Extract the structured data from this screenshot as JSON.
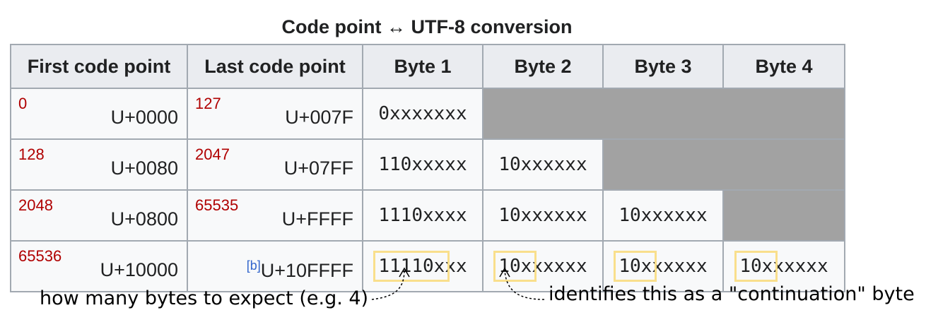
{
  "caption": "Code point ↔ UTF-8 conversion",
  "headers": [
    "First code point",
    "Last code point",
    "Byte 1",
    "Byte 2",
    "Byte 3",
    "Byte 4"
  ],
  "rows": [
    {
      "first_dec": "0",
      "first_hex": "U+0000",
      "last_dec": "127",
      "last_hex": "U+007F",
      "last_ref": "",
      "bytes": [
        "0xxxxxxx"
      ]
    },
    {
      "first_dec": "128",
      "first_hex": "U+0080",
      "last_dec": "2047",
      "last_hex": "U+07FF",
      "last_ref": "",
      "bytes": [
        "110xxxxx",
        "10xxxxxx"
      ]
    },
    {
      "first_dec": "2048",
      "first_hex": "U+0800",
      "last_dec": "65535",
      "last_hex": "U+FFFF",
      "last_ref": "",
      "bytes": [
        "1110xxxx",
        "10xxxxxx",
        "10xxxxxx"
      ]
    },
    {
      "first_dec": "65536",
      "first_hex": "U+10000",
      "last_dec": "",
      "last_hex": "U+10FFFF",
      "last_ref": "[b]",
      "bytes": [
        "11110xxx",
        "10xxxxxx",
        "10xxxxxx",
        "10xxxxxx"
      ]
    }
  ],
  "annotations": {
    "left": "how many bytes to expect (e.g. 4)",
    "right": "identifies this as a \"continuation\" byte"
  },
  "colors": {
    "header_bg": "#eaecf0",
    "cell_bg": "#f8f9fa",
    "border": "#a2a9b1",
    "empty_cell": "#a2a2a2",
    "decimal_text": "#b00000",
    "highlight": "#f9df8c",
    "reference_link": "#3366cc"
  }
}
